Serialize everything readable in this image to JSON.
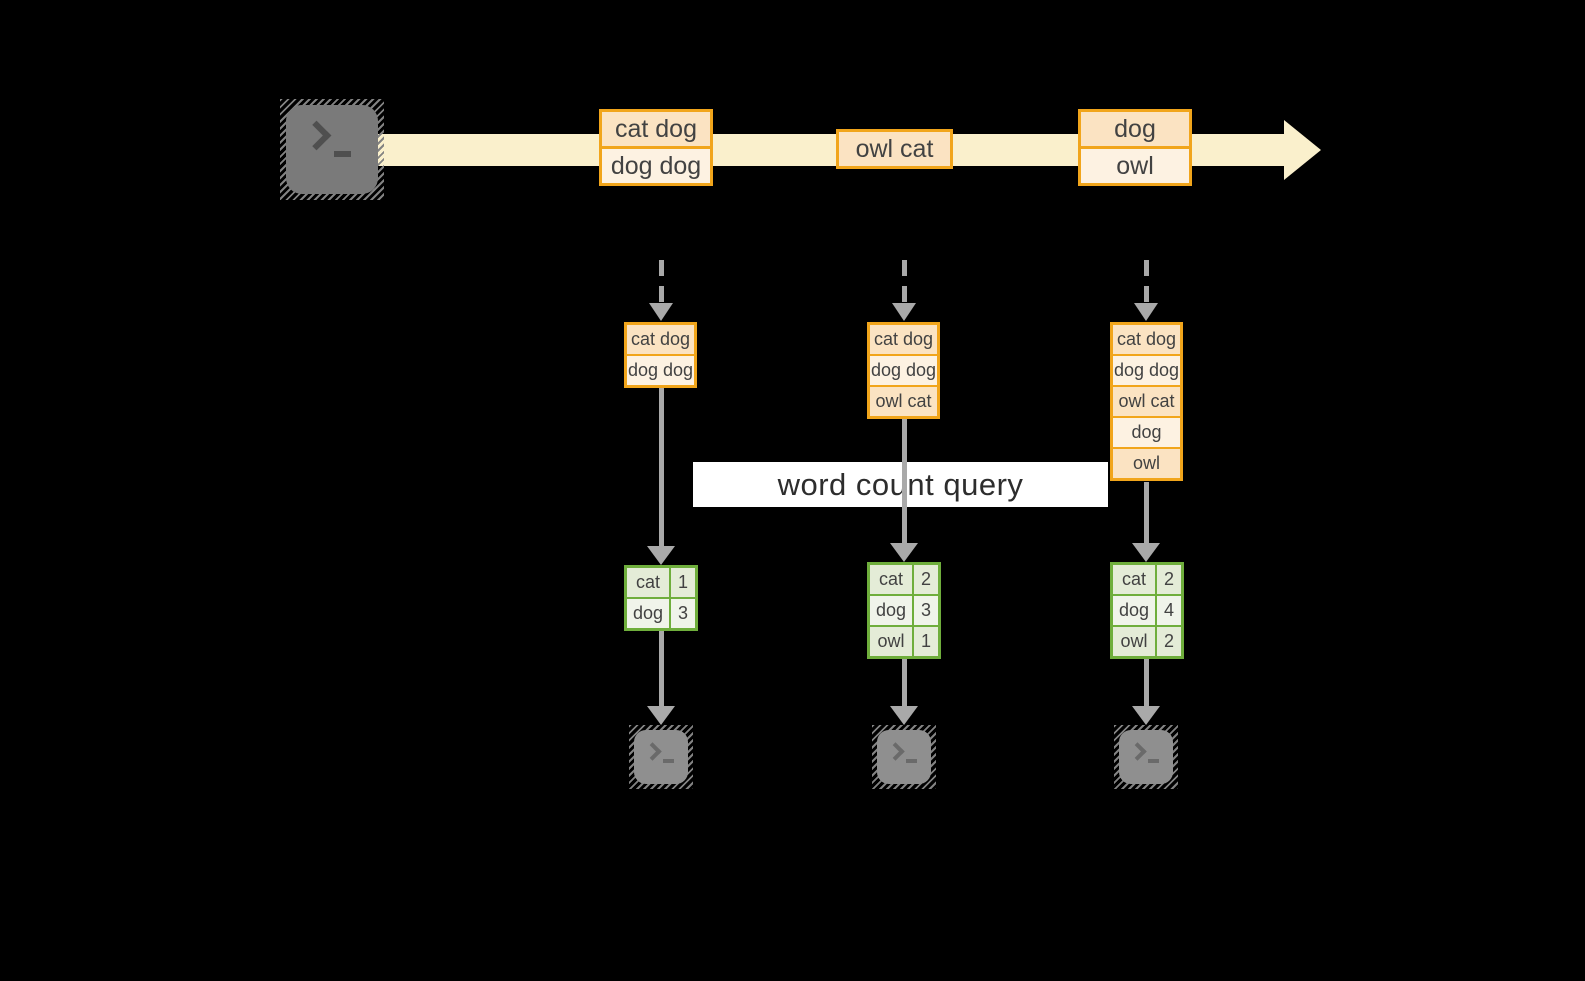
{
  "colors": {
    "band": "#FAF0CC",
    "orange": "#F1A51B",
    "peach": "#FBE3C2",
    "cream": "#FDF2E2",
    "green": "#6FAE3C",
    "gcell1": "#E4ECD7",
    "gcell2": "#F0F4EA",
    "gray": "#A9A9A9",
    "ink": "#424242",
    "labelbg": "#FFFFFF",
    "term": "#7A7A7A",
    "termsm": "#8F8F8F"
  },
  "icons": {
    "source": "terminal-prompt-icon",
    "sink": "terminal-prompt-icon"
  },
  "stream": {
    "batches": [
      {
        "lines": [
          "cat dog",
          "dog dog"
        ]
      },
      {
        "lines": [
          "owl cat"
        ]
      },
      {
        "lines": [
          "dog",
          "owl"
        ]
      }
    ]
  },
  "query_label": "word count query",
  "columns": [
    {
      "buffer": [
        "cat dog",
        "dog dog"
      ],
      "counts": [
        {
          "word": "cat",
          "count": "1"
        },
        {
          "word": "dog",
          "count": "3"
        }
      ]
    },
    {
      "buffer": [
        "cat dog",
        "dog dog",
        "owl cat"
      ],
      "counts": [
        {
          "word": "cat",
          "count": "2"
        },
        {
          "word": "dog",
          "count": "3"
        },
        {
          "word": "owl",
          "count": "1"
        }
      ]
    },
    {
      "buffer": [
        "cat dog",
        "dog dog",
        "owl cat",
        "dog",
        "owl"
      ],
      "counts": [
        {
          "word": "cat",
          "count": "2"
        },
        {
          "word": "dog",
          "count": "4"
        },
        {
          "word": "owl",
          "count": "2"
        }
      ]
    }
  ]
}
